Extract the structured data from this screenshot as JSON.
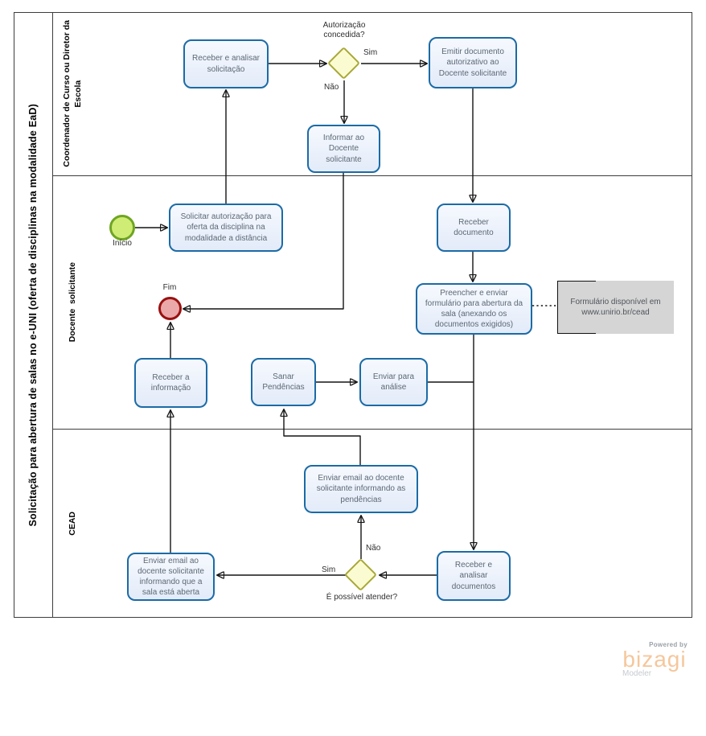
{
  "pool": {
    "title": "Solicitação para abertura de salas no e-UNI (oferta de disciplinas na modalidade EaD)"
  },
  "lanes": {
    "lane1": "Coordenador de Curso ou Diretor da\nEscola",
    "lane2": "Docente  solicitante",
    "lane3": "CEAD"
  },
  "events": {
    "start": "Início",
    "end": "Fim"
  },
  "tasks": {
    "receber_analisar_solicitacao": "Receber  e analisar solicitação",
    "emitir_documento": "Emitir documento autorizativo ao Docente solicitante",
    "informar_docente": "Informar ao Docente solicitante",
    "solicitar_autorizacao": "Solicitar autorização para oferta da disciplina na modalidade a distância",
    "receber_documento": "Receber documento",
    "preencher_enviar": "Preencher e enviar formulário para abertura da sala (anexando os documentos exigidos)",
    "receber_informacao": "Receber a informação",
    "sanar_pendencias": "Sanar Pendências",
    "enviar_analise": "Enviar para análise",
    "enviar_email_pendencias": "Enviar email ao docente solicitante informando as pendências",
    "receber_analisar_documentos": "Receber e analisar documentos",
    "enviar_email_aberta": "Enviar email ao docente solicitante informando que a sala está aberta"
  },
  "gateways": {
    "autorizacao_concedida": "Autorização concedida?",
    "possivel_atender": "É possível atender?"
  },
  "flow_labels": {
    "sim1": "Sim",
    "nao1": "Não",
    "sim2": "Sim",
    "nao2": "Não"
  },
  "annotation": {
    "text": "Formulário disponível em www.unirio.br/cead"
  },
  "branding": {
    "powered_by": "Powered by",
    "name": "bizagi",
    "modeler": "Modeler"
  },
  "colors": {
    "task_border": "#1b6ba6",
    "task_fill": "#e9effb",
    "gateway_border": "#a8a838",
    "gateway_fill": "#fbfbd1",
    "start_border": "#6fa522",
    "start_fill": "#cfec74",
    "end_border": "#991111",
    "end_fill": "#eba8a8",
    "annotation_fill": "#d5d5d5",
    "connector": "#141414",
    "brand_name": "#f5c79c"
  }
}
